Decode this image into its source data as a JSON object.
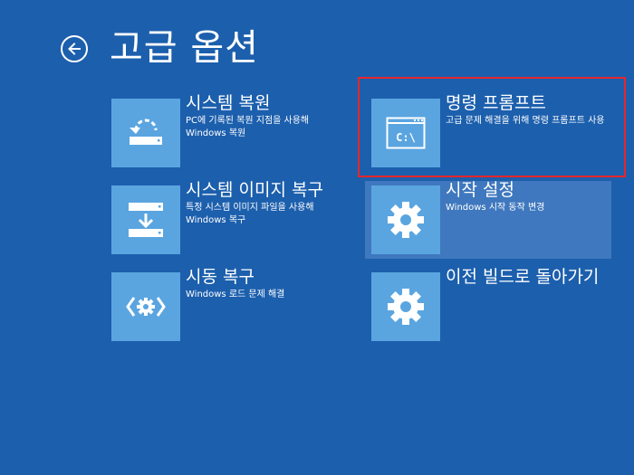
{
  "page": {
    "title": "고급 옵션",
    "background": "#1c5fad",
    "tile_color": "#5aa5e0",
    "highlight_frame_color": "#e8262b"
  },
  "back": {
    "icon": "back-arrow-icon"
  },
  "options": [
    {
      "title": "시스템 복원",
      "desc": "PC에 기록된 복원 지점을 사용해 Windows 복원",
      "icon": "system-restore-icon"
    },
    {
      "title": "명령 프롬프트",
      "desc": "고급 문제 해결을 위해 명령 프롬프트 사용",
      "icon": "command-prompt-icon"
    },
    {
      "title": "시스템 이미지 복구",
      "desc": "특정 시스템 이미지 파일을 사용해 Windows 복구",
      "icon": "system-image-recovery-icon"
    },
    {
      "title": "시작 설정",
      "desc": "Windows 시작 동작 변경",
      "icon": "gear-icon"
    },
    {
      "title": "시동 복구",
      "desc": "Windows 로드 문제 해결",
      "icon": "startup-repair-icon"
    },
    {
      "title": "이전 빌드로 돌아가기",
      "desc": "",
      "icon": "gear-icon"
    }
  ]
}
